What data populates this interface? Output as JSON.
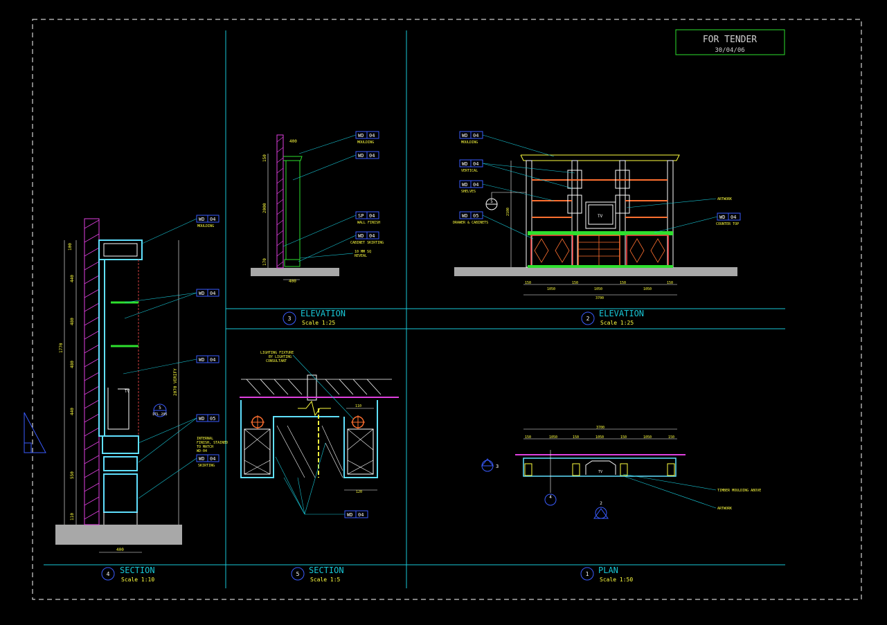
{
  "stamp": {
    "title": "FOR TENDER",
    "date": "30/04/06"
  },
  "views": [
    {
      "num": "4",
      "title": "SECTION",
      "scale": "Scale 1:10"
    },
    {
      "num": "5",
      "title": "SECTION",
      "scale": "Scale 1:5"
    },
    {
      "num": "1",
      "title": "PLAN",
      "scale": "Scale 1:50"
    },
    {
      "num": "3",
      "title": "ELEVATION",
      "scale": "Scale 1:25"
    },
    {
      "num": "2",
      "title": "ELEVATION",
      "scale": "Scale 1:25"
    }
  ],
  "section4": {
    "tags": [
      {
        "code": "WD",
        "num": "04",
        "note": "MOULDING"
      },
      {
        "code": "WD",
        "num": "04",
        "note": ""
      },
      {
        "code": "WD",
        "num": "04",
        "note": ""
      },
      {
        "code": "WD",
        "num": "05",
        "note": ""
      },
      {
        "code": "WD",
        "num": "04",
        "note": "SKIRTING"
      }
    ],
    "finish_note": [
      "INTERNAL",
      "FINISH, STAINED",
      "TO MATCH",
      "WD-04"
    ],
    "callout": {
      "num": "5",
      "ref": "DTL.205"
    },
    "tv": "TV",
    "left_dims": [
      "100",
      "440",
      "480",
      "480",
      "440",
      "550",
      "110"
    ],
    "overall": "1770",
    "right_dim": "2070 VERIFY",
    "bottom_dim": "400"
  },
  "elev3": {
    "tags": [
      {
        "code": "WD",
        "num": "04",
        "note": "MOULDING"
      },
      {
        "code": "WD",
        "num": "04",
        "note": ""
      },
      {
        "code": "SP",
        "num": "04",
        "note": "WALL FINISH"
      },
      {
        "code": "WD",
        "num": "04",
        "note": "CABINET SKIRTING"
      }
    ],
    "reveal_note": [
      "10 MM SQ",
      "REVEAL"
    ],
    "dims": {
      "top": "400",
      "height": "2000",
      "base": "170",
      "bottom": "400",
      "cap": "150"
    }
  },
  "elev2": {
    "tags": [
      {
        "code": "WD",
        "num": "04",
        "note": "MOULDING"
      },
      {
        "code": "WD",
        "num": "04",
        "note": "VERTICAL"
      },
      {
        "code": "WD",
        "num": "04",
        "note": "SHELVES"
      },
      {
        "code": "WD",
        "num": "05",
        "note": "DRAWER & CABINETS"
      },
      {
        "code": "WD",
        "num": "04",
        "note": "COUNTER TOP"
      }
    ],
    "artwork": "ARTWORK",
    "tv": "TV",
    "callout": "5",
    "bottom_dims": [
      "150",
      "1050",
      "150",
      "1050",
      "150",
      "1050",
      "150"
    ],
    "overall": "3700",
    "left_dim": "2100"
  },
  "section5": {
    "note": [
      "LIGHTING FIXTURE",
      "BY LIGHTING",
      "CONSULTANT"
    ],
    "tag": {
      "code": "WD",
      "num": "04"
    },
    "dims": [
      "110",
      "120"
    ]
  },
  "plan": {
    "overall": "3700",
    "dims": [
      "150",
      "1050",
      "150",
      "1050",
      "150",
      "1050",
      "150"
    ],
    "tv": "TV",
    "notes": [
      "TIMBER MOULDING ABOVE",
      "ARTWORK"
    ],
    "markers": [
      "3",
      "4",
      "2"
    ]
  }
}
